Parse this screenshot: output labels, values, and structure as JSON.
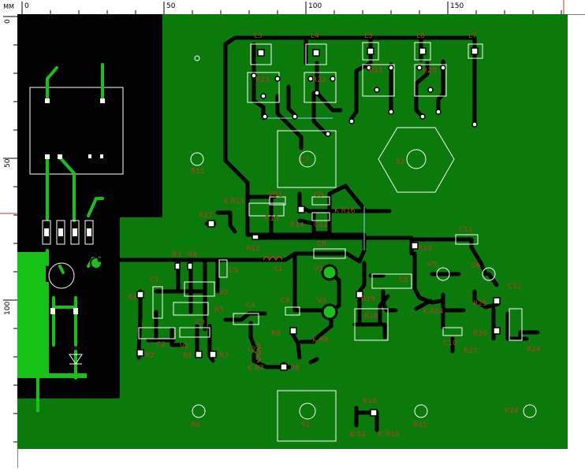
{
  "units_label": "MM",
  "ruler_x_ticks": [
    "0",
    "50",
    "100",
    "150"
  ],
  "ruler_y_ticks": [
    "0",
    "50",
    "100"
  ],
  "colors": {
    "board": "#0a7a0a",
    "ground_plane": "#000000",
    "trace": "#000000",
    "pad": "#ffffff",
    "silkscreen": "#ffffff",
    "label": "#c0392b",
    "highlight": "#17c217"
  },
  "components": {
    "l3": "L3",
    "l4": "L4",
    "l5": "L5",
    "l6": "L6",
    "l7": "L7",
    "r23": "R23",
    "r22": "R22",
    "r21": "R21",
    "r20": "R20",
    "c7": "C7",
    "s2": "S2",
    "r11": "R11",
    "vd1": "VD1",
    "c9": "C9",
    "r17": "R17",
    "kr11": "K R11",
    "r13": "R13",
    "r14": "R14",
    "c12": "C12",
    "kr16": "K R16",
    "r15": "R15",
    "r12": "R12",
    "c6": "C6",
    "c11a": "C11",
    "r10": "R10",
    "r3": "R3",
    "r4": "R4",
    "c5": "C5",
    "l1": "L1",
    "v3": "V3",
    "v5": "V5",
    "v6": "V6",
    "c8": "C8",
    "c1": "C1",
    "r1": "R1",
    "v2": "V2",
    "r5": "R5",
    "c4": "C4",
    "c3": "C3",
    "c2": "C2",
    "r2": "R2",
    "v1": "V1",
    "r6": "R6",
    "r7": "R7",
    "l2": "L2",
    "r9": "R9",
    "kr9": "K R9",
    "kr7": "K R7",
    "r8": "R8",
    "r19": "R19",
    "r18": "R18",
    "c10": "C10",
    "kr24": "K R24",
    "r25": "R25",
    "c11b": "C11",
    "r26": "R26",
    "r27": "R27",
    "r24b": "R24",
    "s1": "S1",
    "r16": "R16",
    "ks1": "K S1",
    "kr15": "K R15",
    "r15b": "R15",
    "r24": "R24",
    "r8b": "R8"
  }
}
